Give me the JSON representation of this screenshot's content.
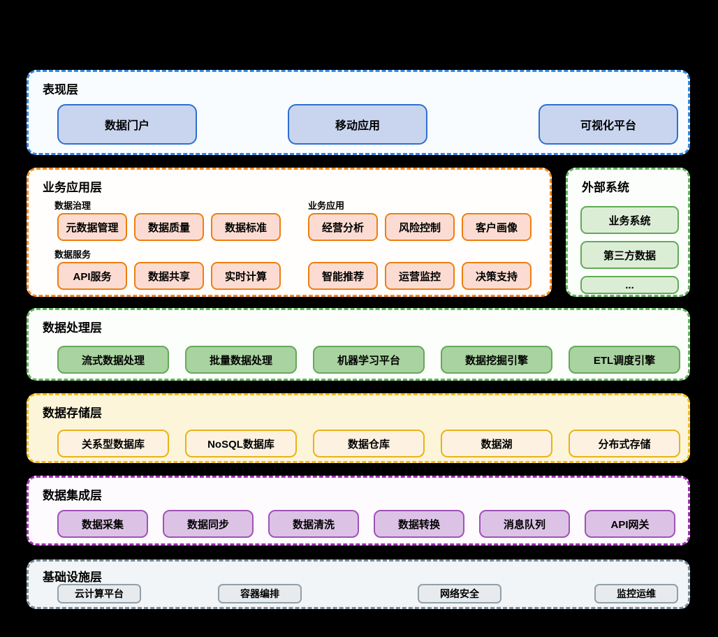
{
  "diagram": {
    "kind": "layered-architecture",
    "language": "zh-CN"
  },
  "colors": {
    "background": "#000000",
    "presentation_accent": "#2e87e2",
    "business_accent": "#f6891c",
    "external_accent": "#5fb65a",
    "processing_accent": "#5fb65a",
    "storage_accent": "#f2bc1d",
    "integration_accent": "#9c30ae",
    "infrastructure_accent": "#7a8d99"
  },
  "layers": {
    "presentation": {
      "title": "表现层",
      "boxes": [
        "数据门户",
        "移动应用",
        "可视化平台"
      ]
    },
    "business": {
      "title": "业务应用层",
      "governance_label": "数据治理",
      "governance_boxes": [
        "元数据管理",
        "数据质量",
        "数据标准"
      ],
      "service_label": "数据服务",
      "service_boxes": [
        "API服务",
        "数据共享",
        "实时计算"
      ],
      "application_label": "业务应用",
      "application_boxes": [
        "经营分析",
        "风险控制",
        "客户画像",
        "智能推荐",
        "运营监控",
        "决策支持"
      ]
    },
    "external": {
      "title": "外部系统",
      "boxes": [
        "业务系统",
        "第三方数据",
        "..."
      ]
    },
    "processing": {
      "title": "数据处理层",
      "boxes": [
        "流式数据处理",
        "批量数据处理",
        "机器学习平台",
        "数据挖掘引擎",
        "ETL调度引擎"
      ]
    },
    "storage": {
      "title": "数据存储层",
      "boxes": [
        "关系型数据库",
        "NoSQL数据库",
        "数据仓库",
        "数据湖",
        "分布式存储"
      ]
    },
    "integration": {
      "title": "数据集成层",
      "boxes": [
        "数据采集",
        "数据同步",
        "数据清洗",
        "数据转换",
        "消息队列",
        "API网关"
      ]
    },
    "infrastructure": {
      "title": "基础设施层",
      "boxes": [
        "云计算平台",
        "容器编排",
        "网络安全",
        "监控运维"
      ]
    }
  }
}
